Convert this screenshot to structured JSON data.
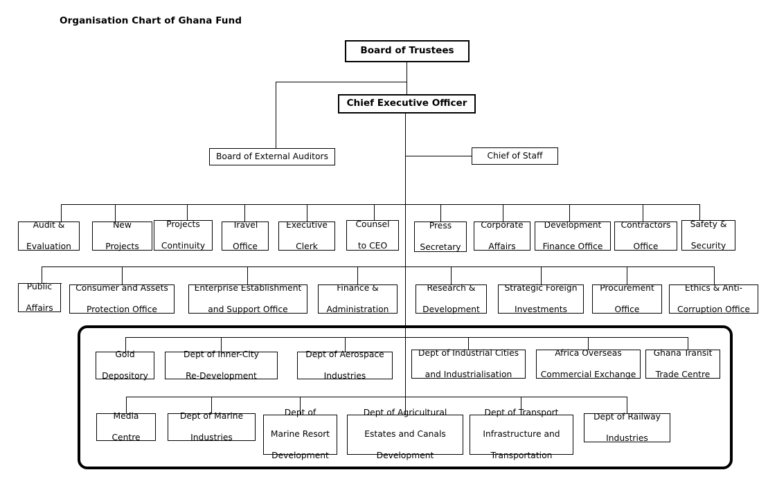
{
  "title": "Organisation Chart of Ghana Fund",
  "top": {
    "board_of_trustees": "Board of Trustees",
    "ceo": "Chief Executive Officer",
    "external_auditors": "Board of External Auditors",
    "chief_of_staff": "Chief of Staff"
  },
  "row1": [
    {
      "line1": "Audit &",
      "line2": "Evaluation"
    },
    {
      "line1": "New",
      "line2": "Projects"
    },
    {
      "line1": "Projects",
      "line2": "Continuity"
    },
    {
      "line1": "Travel",
      "line2": "Office"
    },
    {
      "line1": "Executive",
      "line2": "Clerk"
    },
    {
      "line1": "Counsel",
      "line2": "to CEO"
    },
    {
      "line1": "Press",
      "line2": "Secretary"
    },
    {
      "line1": "Corporate",
      "line2": "Affairs"
    },
    {
      "line1": "Development",
      "line2": "Finance Office"
    },
    {
      "line1": "Contractors",
      "line2": "Office"
    },
    {
      "line1": "Safety &",
      "line2": "Security"
    }
  ],
  "row2": [
    {
      "line1": "Public",
      "line2": "Affairs"
    },
    {
      "line1": "Consumer and Assets",
      "line2": "Protection Office"
    },
    {
      "line1": "Enterprise Establishment",
      "line2": "and Support Office"
    },
    {
      "line1": "Finance &",
      "line2": "Administration"
    },
    {
      "line1": "Research &",
      "line2": "Development"
    },
    {
      "line1": "Strategic Foreign",
      "line2": "Investments"
    },
    {
      "line1": "Procurement",
      "line2": "Office"
    },
    {
      "line1": "Ethics & Anti-",
      "line2": "Corruption Office"
    }
  ],
  "row3": [
    {
      "line1": "Gold",
      "line2": "Depository"
    },
    {
      "line1": "Dept of Inner-City",
      "line2": "Re-Development"
    },
    {
      "line1": "Dept of Aerospace",
      "line2": "Industries"
    },
    {
      "line1": "Dept of Industrial Cities",
      "line2": "and Industrialisation"
    },
    {
      "line1": "Africa Overseas",
      "line2": "Commercial Exchange"
    },
    {
      "line1": "Ghana Transit",
      "line2": "Trade Centre"
    }
  ],
  "row4": [
    {
      "line1": "Media",
      "line2": "Centre",
      "line3": ""
    },
    {
      "line1": "Dept of Marine",
      "line2": "Industries",
      "line3": ""
    },
    {
      "line1": "Dept of",
      "line2": "Marine Resort",
      "line3": "Development"
    },
    {
      "line1": "Dept of Agricultural",
      "line2": "Estates and Canals",
      "line3": "Development"
    },
    {
      "line1": "Dept of Transport",
      "line2": "Infrastructure and",
      "line3": "Transportation"
    },
    {
      "line1": "Dept of Railway",
      "line2": "Industries",
      "line3": ""
    }
  ],
  "colors": {
    "line": "#000000",
    "box_border": "#000000",
    "background": "#ffffff",
    "text": "#000000"
  }
}
